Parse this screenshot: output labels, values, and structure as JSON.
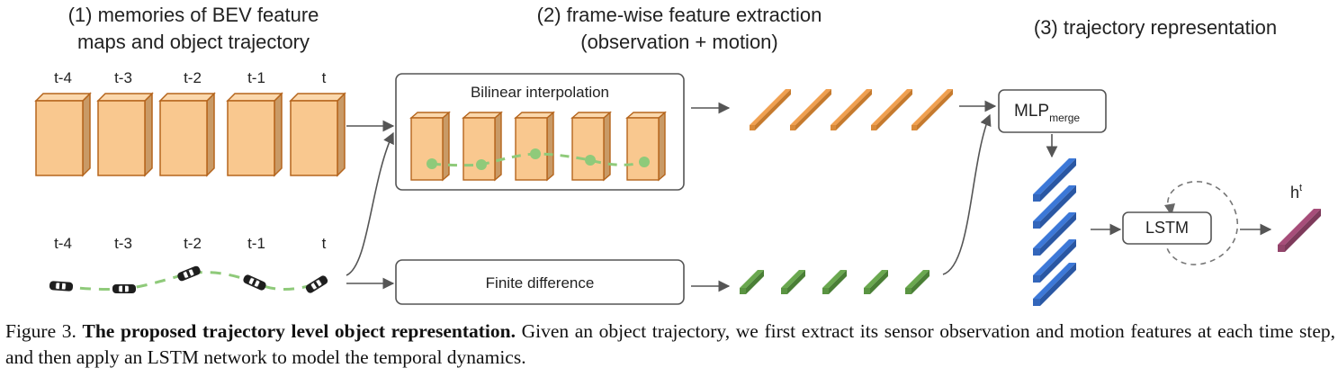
{
  "sections": {
    "s1_line1": "(1) memories of BEV feature",
    "s1_line2": "maps and object trajectory",
    "s2_line1": "(2) frame-wise feature extraction",
    "s2_line2": "(observation + motion)",
    "s3": "(3) trajectory representation"
  },
  "time_labels_top": [
    "t-4",
    "t-3",
    "t-2",
    "t-1",
    "t"
  ],
  "time_labels_bottom": [
    "t-4",
    "t-3",
    "t-2",
    "t-1",
    "t"
  ],
  "boxes": {
    "bilinear": "Bilinear interpolation",
    "finite_diff": "Finite difference",
    "mlp_main": "MLP",
    "mlp_sub": "merge",
    "lstm": "LSTM",
    "output_main": "h",
    "output_sup": "t"
  },
  "colors": {
    "feature_map_fill": "#f9c88f",
    "feature_map_side": "#c99a66",
    "feature_map_edge": "#b5651d",
    "observation_feature": "#f0a050",
    "motion_feature": "#6aa84f",
    "trajectory_green": "#8fca7a",
    "merged_feature": "#3c78d8",
    "output_feature": "#a64d79"
  },
  "caption": {
    "prefix": "Figure 3. ",
    "bold": "The proposed trajectory level object representation.",
    "rest": " Given an object trajectory, we first extract its sensor observation and motion features at each time step, and then apply an LSTM network to model the temporal dynamics."
  }
}
